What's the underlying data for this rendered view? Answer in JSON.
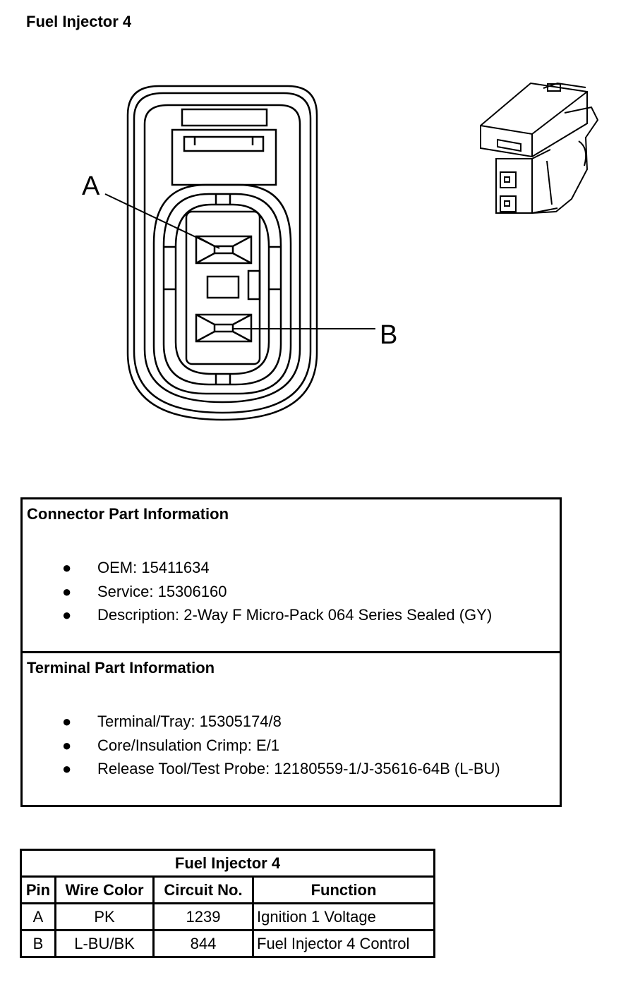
{
  "title": "Fuel Injector 4",
  "diagram": {
    "pin_labels": [
      "A",
      "B"
    ],
    "icons": [
      "connector-face-view",
      "connector-isometric-view"
    ]
  },
  "connector_info": {
    "heading": "Connector Part Information",
    "items": [
      "OEM: 15411634",
      "Service: 15306160",
      "Description: 2-Way F Micro-Pack 064 Series Sealed (GY)"
    ]
  },
  "terminal_info": {
    "heading": "Terminal Part Information",
    "items": [
      "Terminal/Tray: 15305174/8",
      "Core/Insulation Crimp: E/1",
      "Release Tool/Test Probe: 12180559-1/J-35616-64B (L-BU)"
    ]
  },
  "bullet": "●",
  "pin_table": {
    "title": "Fuel Injector 4",
    "headers": [
      "Pin",
      "Wire Color",
      "Circuit No.",
      "Function"
    ],
    "rows": [
      [
        "A",
        "PK",
        "1239",
        "Ignition 1 Voltage"
      ],
      [
        "B",
        "L-BU/BK",
        "844",
        "Fuel Injector 4 Control"
      ]
    ]
  }
}
